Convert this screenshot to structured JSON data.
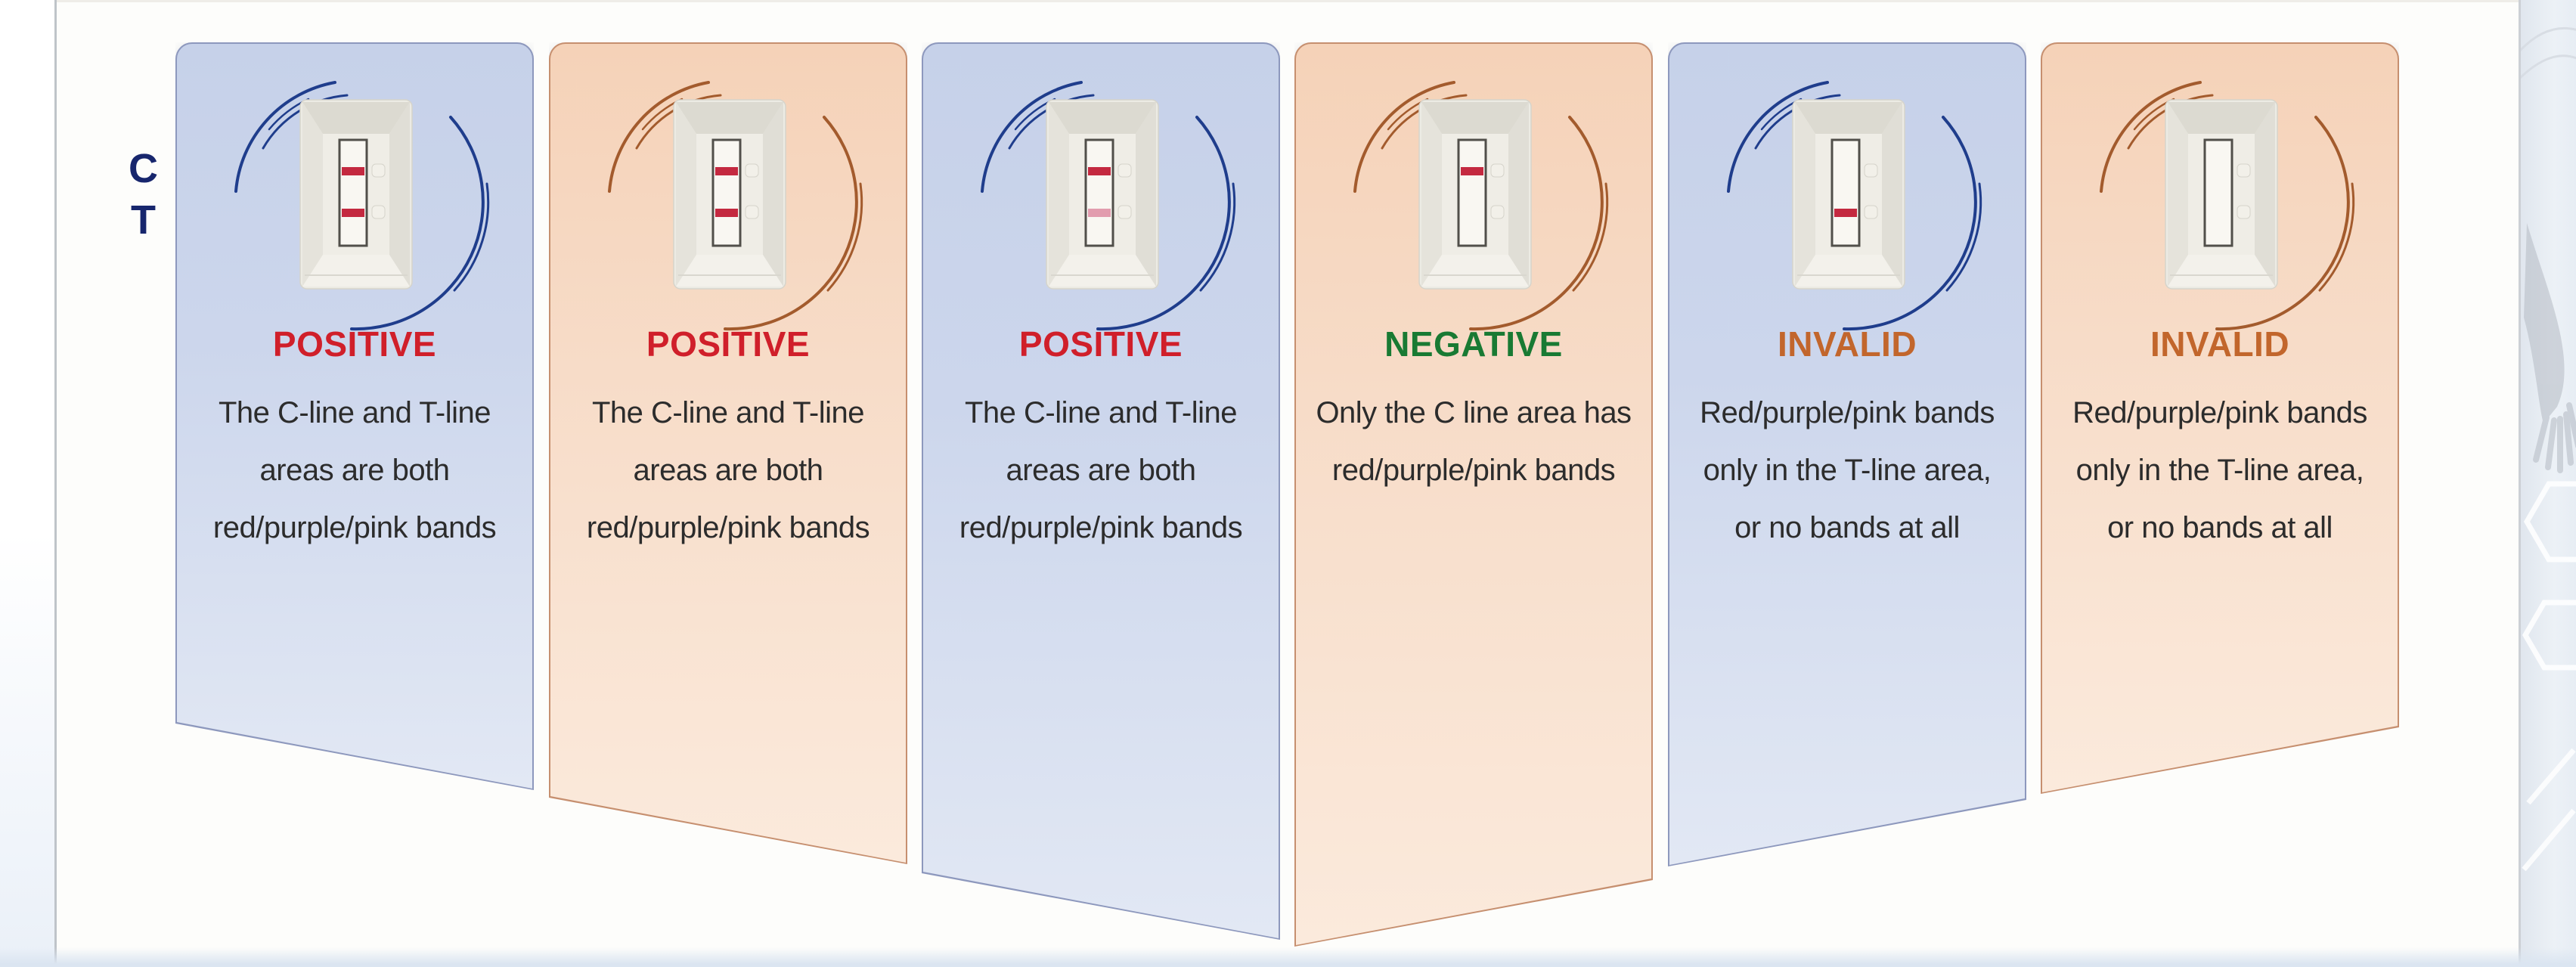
{
  "legend": {
    "c": "C",
    "t": "T"
  },
  "cards": [
    {
      "status": "POSITIVE",
      "status_color": "#d01f2a",
      "theme": "blue",
      "lines": [
        "The C-line and T-line",
        "areas are both",
        "red/purple/pink bands"
      ],
      "bands": {
        "c": "strong",
        "t": "strong"
      }
    },
    {
      "status": "POSITIVE",
      "status_color": "#d01f2a",
      "theme": "orange",
      "lines": [
        "The C-line and T-line",
        "areas are both",
        "red/purple/pink bands"
      ],
      "bands": {
        "c": "strong",
        "t": "strong"
      }
    },
    {
      "status": "POSITIVE",
      "status_color": "#d01f2a",
      "theme": "blue",
      "lines": [
        "The C-line and T-line",
        "areas are both",
        "red/purple/pink bands"
      ],
      "bands": {
        "c": "strong",
        "t": "faint"
      }
    },
    {
      "status": "NEGATIVE",
      "status_color": "#197a33",
      "theme": "orange",
      "lines": [
        "Only the C line area has",
        "red/purple/pink bands"
      ],
      "bands": {
        "c": "strong",
        "t": "none"
      }
    },
    {
      "status": "INVALID",
      "status_color": "#c2662c",
      "theme": "blue",
      "lines": [
        "Red/purple/pink bands",
        "only in the T-line area,",
        "or no bands at all"
      ],
      "bands": {
        "c": "none",
        "t": "strong"
      }
    },
    {
      "status": "INVALID",
      "status_color": "#c2662c",
      "theme": "orange",
      "lines": [
        "Red/purple/pink bands",
        "only in the T-line area,",
        "or no bands at all"
      ],
      "bands": {
        "c": "none",
        "t": "none"
      }
    }
  ],
  "colors": {
    "positive": "#d01f2a",
    "negative": "#197a33",
    "invalid": "#c2662c",
    "band_strong": "#c42940",
    "band_faint": "#e29cae",
    "blue_arc": "#1f3d8c",
    "orange_arc": "#a35b2d",
    "blue_card_top": "#c6d1e9",
    "blue_card_bottom": "#e2e8f4",
    "blue_card_border": "#8d98bd",
    "orange_card_top": "#f5d2b8",
    "orange_card_bottom": "#fbeadc",
    "orange_card_border": "#c68f6f",
    "navy_label": "#17266d",
    "body_text": "#2c2c2c"
  }
}
